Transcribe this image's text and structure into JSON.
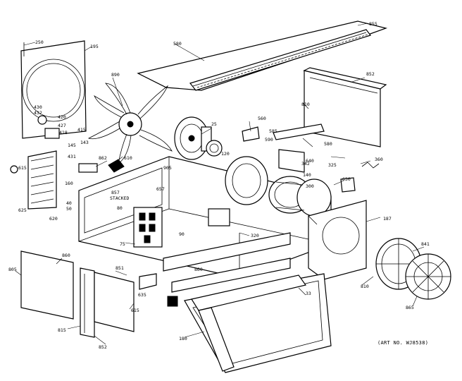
{
  "art_number": "(ART NO. WJ8538)",
  "labels": [
    {
      "id": "c1",
      "text": "250"
    },
    {
      "id": "c2",
      "text": "195"
    },
    {
      "id": "c3",
      "text": "580"
    },
    {
      "id": "c4",
      "text": "855"
    },
    {
      "id": "c5",
      "text": "852"
    },
    {
      "id": "c6",
      "text": "810"
    },
    {
      "id": "c7",
      "text": "890"
    },
    {
      "id": "c8",
      "text": "430"
    },
    {
      "id": "c9",
      "text": "432"
    },
    {
      "id": "c10",
      "text": "420"
    },
    {
      "id": "c11",
      "text": "427"
    },
    {
      "id": "c12",
      "text": "418"
    },
    {
      "id": "c13",
      "text": "415"
    },
    {
      "id": "c14",
      "text": "431"
    },
    {
      "id": "c15",
      "text": "143"
    },
    {
      "id": "c16",
      "text": "25"
    },
    {
      "id": "c17",
      "text": "560"
    },
    {
      "id": "c18",
      "text": "590"
    },
    {
      "id": "c19",
      "text": "585"
    },
    {
      "id": "c20",
      "text": "580"
    },
    {
      "id": "c21",
      "text": "360"
    },
    {
      "id": "c22",
      "text": "862"
    },
    {
      "id": "c23",
      "text": "610"
    },
    {
      "id": "c24",
      "text": "905"
    },
    {
      "id": "c25",
      "text": "120"
    },
    {
      "id": "c26",
      "text": "140"
    },
    {
      "id": "c27",
      "text": "342"
    },
    {
      "id": "c28",
      "text": "325"
    },
    {
      "id": "c29",
      "text": "300"
    },
    {
      "id": "c30",
      "text": "615"
    },
    {
      "id": "c31",
      "text": "160"
    },
    {
      "id": "c32",
      "text": "857"
    },
    {
      "id": "c33",
      "text": "STACKED"
    },
    {
      "id": "c34",
      "text": "657"
    },
    {
      "id": "c35",
      "text": "80"
    },
    {
      "id": "c36",
      "text": "625"
    },
    {
      "id": "c37",
      "text": "40"
    },
    {
      "id": "c38",
      "text": "620"
    },
    {
      "id": "c39",
      "text": "50"
    },
    {
      "id": "c40",
      "text": "90"
    },
    {
      "id": "c41",
      "text": "630"
    },
    {
      "id": "c42",
      "text": "187"
    },
    {
      "id": "c43",
      "text": "320"
    },
    {
      "id": "c44",
      "text": "75"
    },
    {
      "id": "c45",
      "text": "805"
    },
    {
      "id": "c46",
      "text": "860"
    },
    {
      "id": "c47",
      "text": "851"
    },
    {
      "id": "c48",
      "text": "635"
    },
    {
      "id": "c49",
      "text": "841"
    },
    {
      "id": "c50",
      "text": "810"
    },
    {
      "id": "c51",
      "text": "865"
    },
    {
      "id": "c52",
      "text": "33"
    },
    {
      "id": "c53",
      "text": "815"
    },
    {
      "id": "c54",
      "text": "852"
    },
    {
      "id": "c55",
      "text": "615"
    },
    {
      "id": "c56",
      "text": "180"
    },
    {
      "id": "c57",
      "text": "860"
    },
    {
      "id": "c58",
      "text": "640"
    },
    {
      "id": "c59",
      "text": "145"
    }
  ]
}
